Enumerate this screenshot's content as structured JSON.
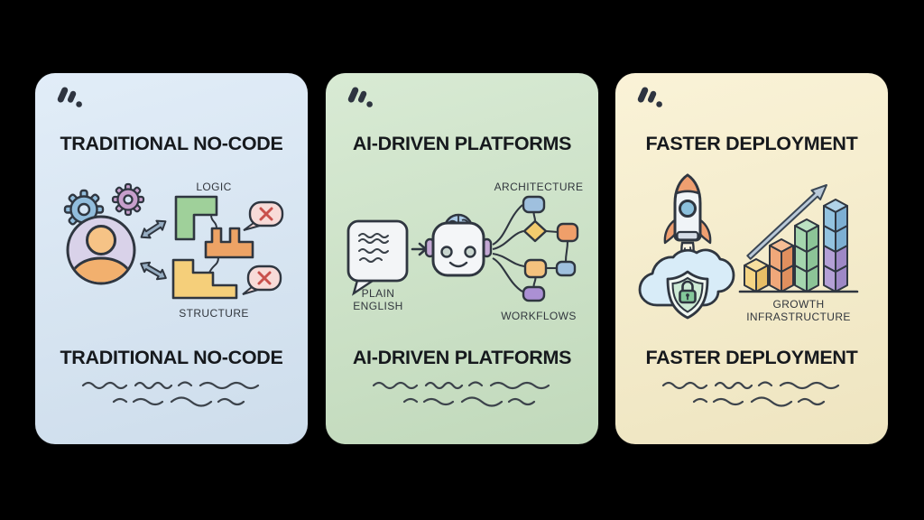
{
  "canvas": {
    "background": "#000000"
  },
  "brand": {
    "logo_name": "brand-logo",
    "logo_color": "#2e3440"
  },
  "palette": {
    "outline": "#2f3640",
    "title_text": "#16191d",
    "label_text": "#31363d",
    "card_blue": "#d6e6f5",
    "card_green": "#c9e2c3",
    "card_cream": "#f8eec8",
    "accent_green_block": "#9fd09a",
    "accent_orange_block": "#eda365",
    "accent_yellow_block": "#f5cf7a",
    "accent_error_red": "#c9504c",
    "accent_purple": "#ab90d4",
    "accent_blue_node": "#9fc0de",
    "accent_diamond_yellow": "#f2cb6e"
  },
  "cards": [
    {
      "id": "traditional-no-code",
      "bg": "#d6e6f5",
      "title": "TRADITIONAL NO-CODE",
      "labels": {
        "logic": "LOGIC",
        "structure": "STRUCTURE"
      }
    },
    {
      "id": "ai-driven-platforms",
      "bg": "#c9e2c3",
      "title": "AI-DRIVEN PLATFORMS",
      "labels": {
        "architecture": "ARCHITECTURE",
        "plain_line1": "PLAIN",
        "plain_line2": "ENGLISH",
        "workflows": "WORKFLOWS"
      }
    },
    {
      "id": "faster-deployment",
      "bg": "#f8eec8",
      "title": "FASTER DEPLOYMENT",
      "labels": {
        "chart_line1": "GROWTH",
        "chart_line2": "INFRASTRUCTURE"
      }
    }
  ]
}
